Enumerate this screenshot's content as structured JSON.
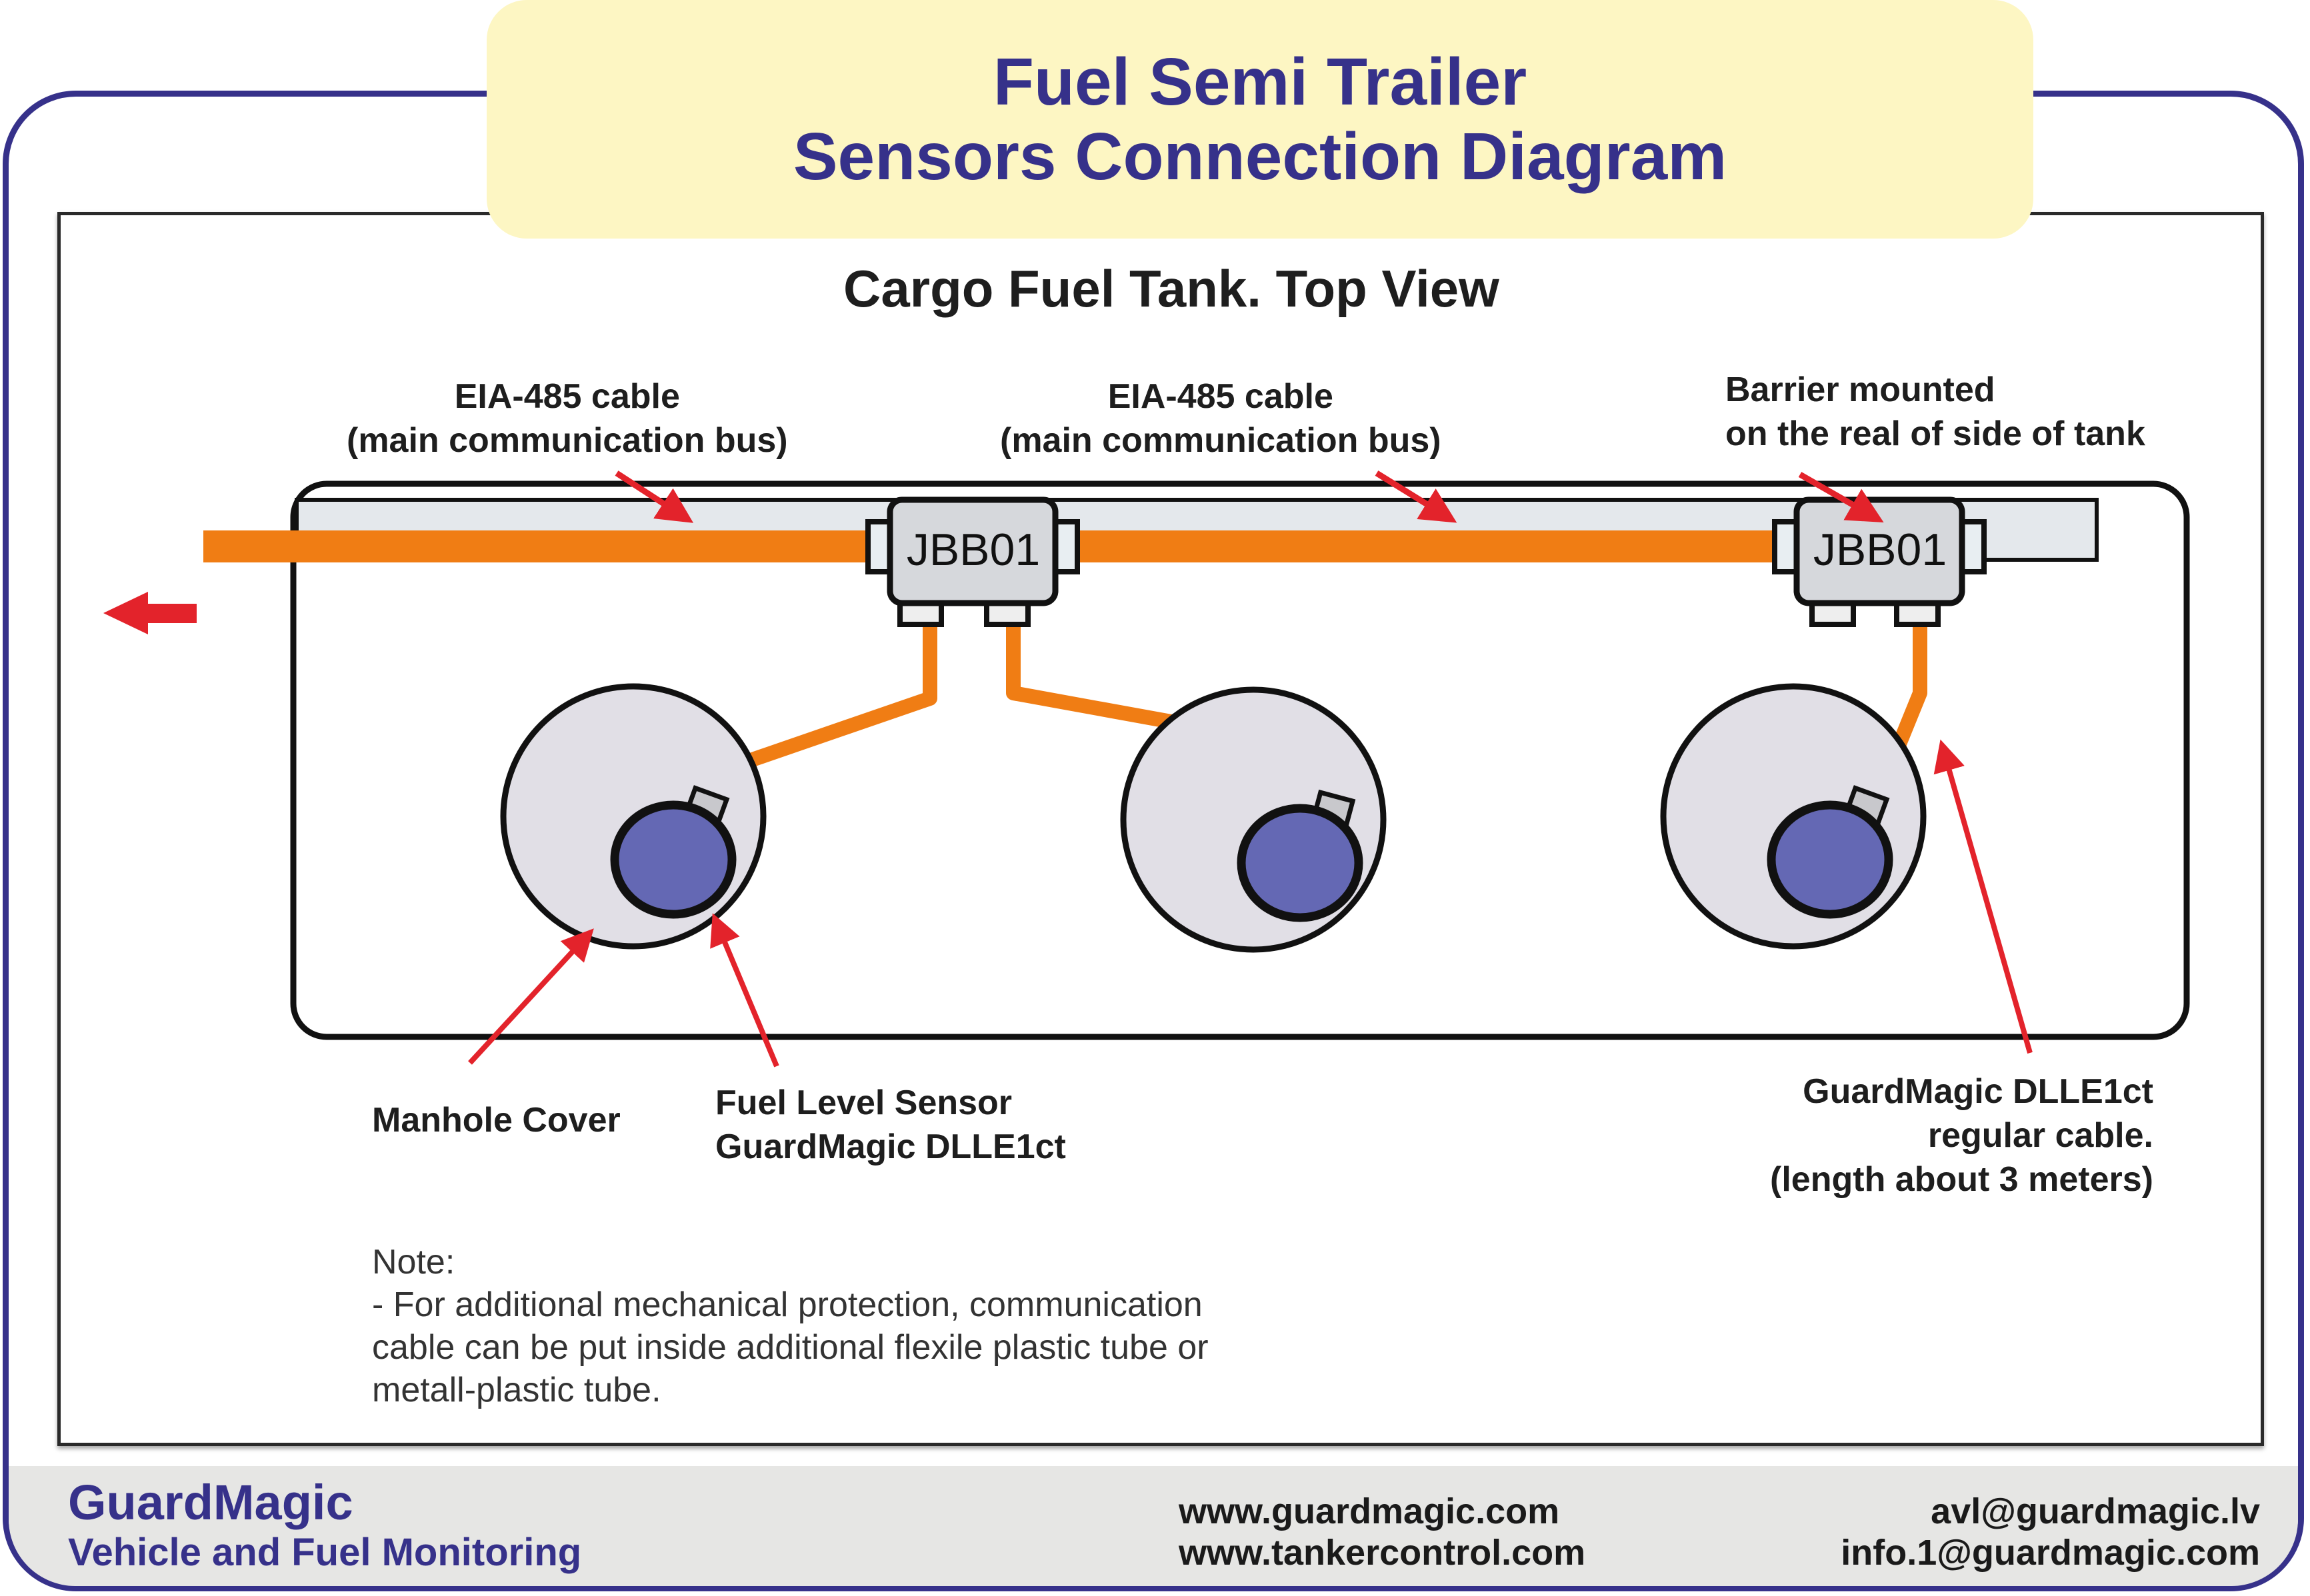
{
  "header": {
    "title_line1": "Fuel Semi Trailer",
    "title_line2": "Sensors Connection Diagram"
  },
  "diagram": {
    "subtitle": "Cargo Fuel Tank. Top View",
    "cable_label_1": {
      "line1": "EIA-485 cable",
      "line2": "(main communication bus)"
    },
    "cable_label_2": {
      "line1": "EIA-485 cable",
      "line2": "(main communication bus)"
    },
    "barrier_label": {
      "line1": "Barrier mounted",
      "line2": "on the real of side of tank"
    },
    "junction_boxes": [
      {
        "label": "JBB01"
      },
      {
        "label": "JBB01"
      }
    ],
    "manholes": [
      {
        "name": "manhole-1"
      },
      {
        "name": "manhole-2"
      },
      {
        "name": "manhole-3"
      }
    ],
    "manhole_label": "Manhole Cover",
    "sensor_label": {
      "line1": "Fuel Level Sensor",
      "line2": "GuardMagic DLLE1ct"
    },
    "cable_info_label": {
      "line1": "GuardMagic DLLE1ct",
      "line2": "regular cable.",
      "line3": "(length about 3 meters)"
    },
    "note": {
      "heading": "Note:",
      "line1": "- For additional mechanical protection, communication",
      "line2": "cable can be put inside additional flexile plastic tube or",
      "line3": "metall-plastic tube."
    },
    "colors": {
      "cable": "#f07d14",
      "arrow": "#e3232b",
      "sensor": "#6468b4",
      "manhole": "#e1dfe6",
      "junction_box": "#d6d8dc",
      "rail": "#e4e8ec"
    }
  },
  "footer": {
    "brand": "GuardMagic",
    "tagline": "Vehicle and Fuel Monitoring",
    "website1": "www.guardmagic.com",
    "website2": "www.tankercontrol.com",
    "email1": "avl@guardmagic.lv",
    "email2": "info.1@guardmagic.com"
  },
  "theme": {
    "accent": "#36318a",
    "title_bg": "#fdf6c3",
    "footer_bg": "#e6e6e4"
  }
}
